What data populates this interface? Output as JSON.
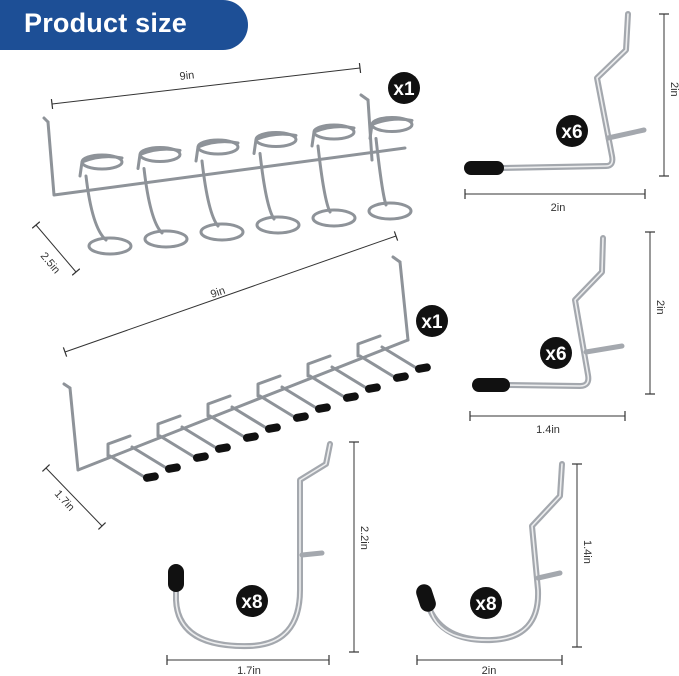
{
  "banner": {
    "title": "Product size",
    "color": "#1d4f96"
  },
  "palette": {
    "metal": "#a9adb3",
    "metal_dark": "#6e7278",
    "tip": "#111111",
    "badge": "#111111",
    "line": "#333333"
  },
  "items": [
    {
      "id": "ring-rack",
      "quantity": "x1",
      "length": "9in",
      "depth": "2.5in"
    },
    {
      "id": "peg-rack",
      "quantity": "x1",
      "length": "9in",
      "depth": "1.7in"
    },
    {
      "id": "l-hook-large",
      "quantity": "x6",
      "height": "2in",
      "length": "2in"
    },
    {
      "id": "l-hook-small",
      "quantity": "x6",
      "height": "2in",
      "length": "1.4in"
    },
    {
      "id": "j-hook-large",
      "quantity": "x8",
      "height": "2.2in",
      "width": "1.7in"
    },
    {
      "id": "j-hook-small",
      "quantity": "x8",
      "height": "1.4in",
      "width": "2in"
    }
  ]
}
